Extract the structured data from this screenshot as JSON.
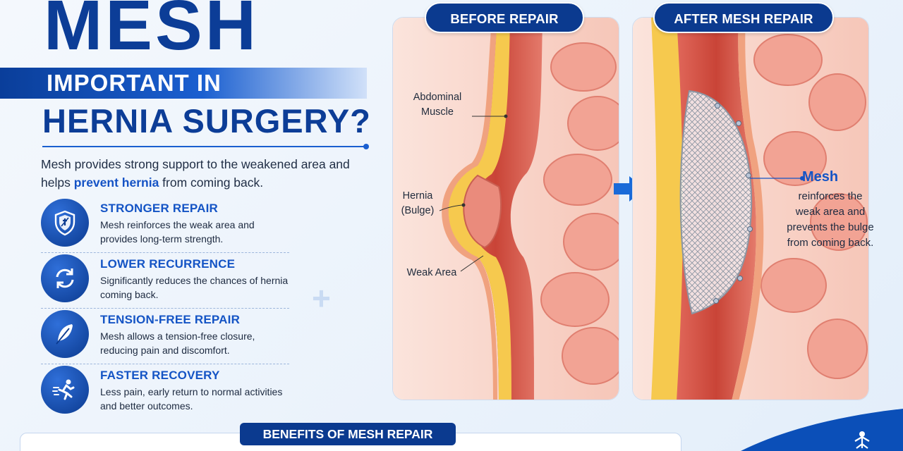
{
  "header": {
    "word": "MESH",
    "banner": "IMPORTANT IN",
    "subtitle": "HERNIA SURGERY?"
  },
  "intro": {
    "before": "Mesh provides strong support to the weakened area and helps ",
    "highlight": "prevent hernia",
    "after": " from coming back."
  },
  "benefits": [
    {
      "icon": "shield-icon",
      "title": "STRONGER REPAIR",
      "desc": "Mesh reinforces the weak area and provides long-term strength."
    },
    {
      "icon": "refresh-icon",
      "title": "LOWER RECURRENCE",
      "desc": "Significantly reduces the chances of hernia coming back."
    },
    {
      "icon": "feather-icon",
      "title": "TENSION-FREE REPAIR",
      "desc": "Mesh allows a tension-free closure, reducing pain and discomfort."
    },
    {
      "icon": "running-person-icon",
      "title": "FASTER RECOVERY",
      "desc": "Less pain, early return to normal activities and better outcomes."
    }
  ],
  "panels": {
    "before": {
      "title": "BEFORE REPAIR",
      "labels": {
        "muscle": "Abdominal Muscle",
        "hernia": "Hernia (Bulge)",
        "weak": "Weak Area"
      }
    },
    "after": {
      "title": "AFTER MESH REPAIR",
      "mesh_title": "Mesh",
      "mesh_desc": "reinforces the weak area and prevents the bulge from coming back."
    }
  },
  "bottom": {
    "title": "BENEFITS OF MESH REPAIR"
  },
  "colors": {
    "primary": "#0c3d97",
    "accent": "#1454c5",
    "muscle": "#d9574a",
    "fat": "#f6c94e",
    "tissue": "#f3b3a7"
  }
}
